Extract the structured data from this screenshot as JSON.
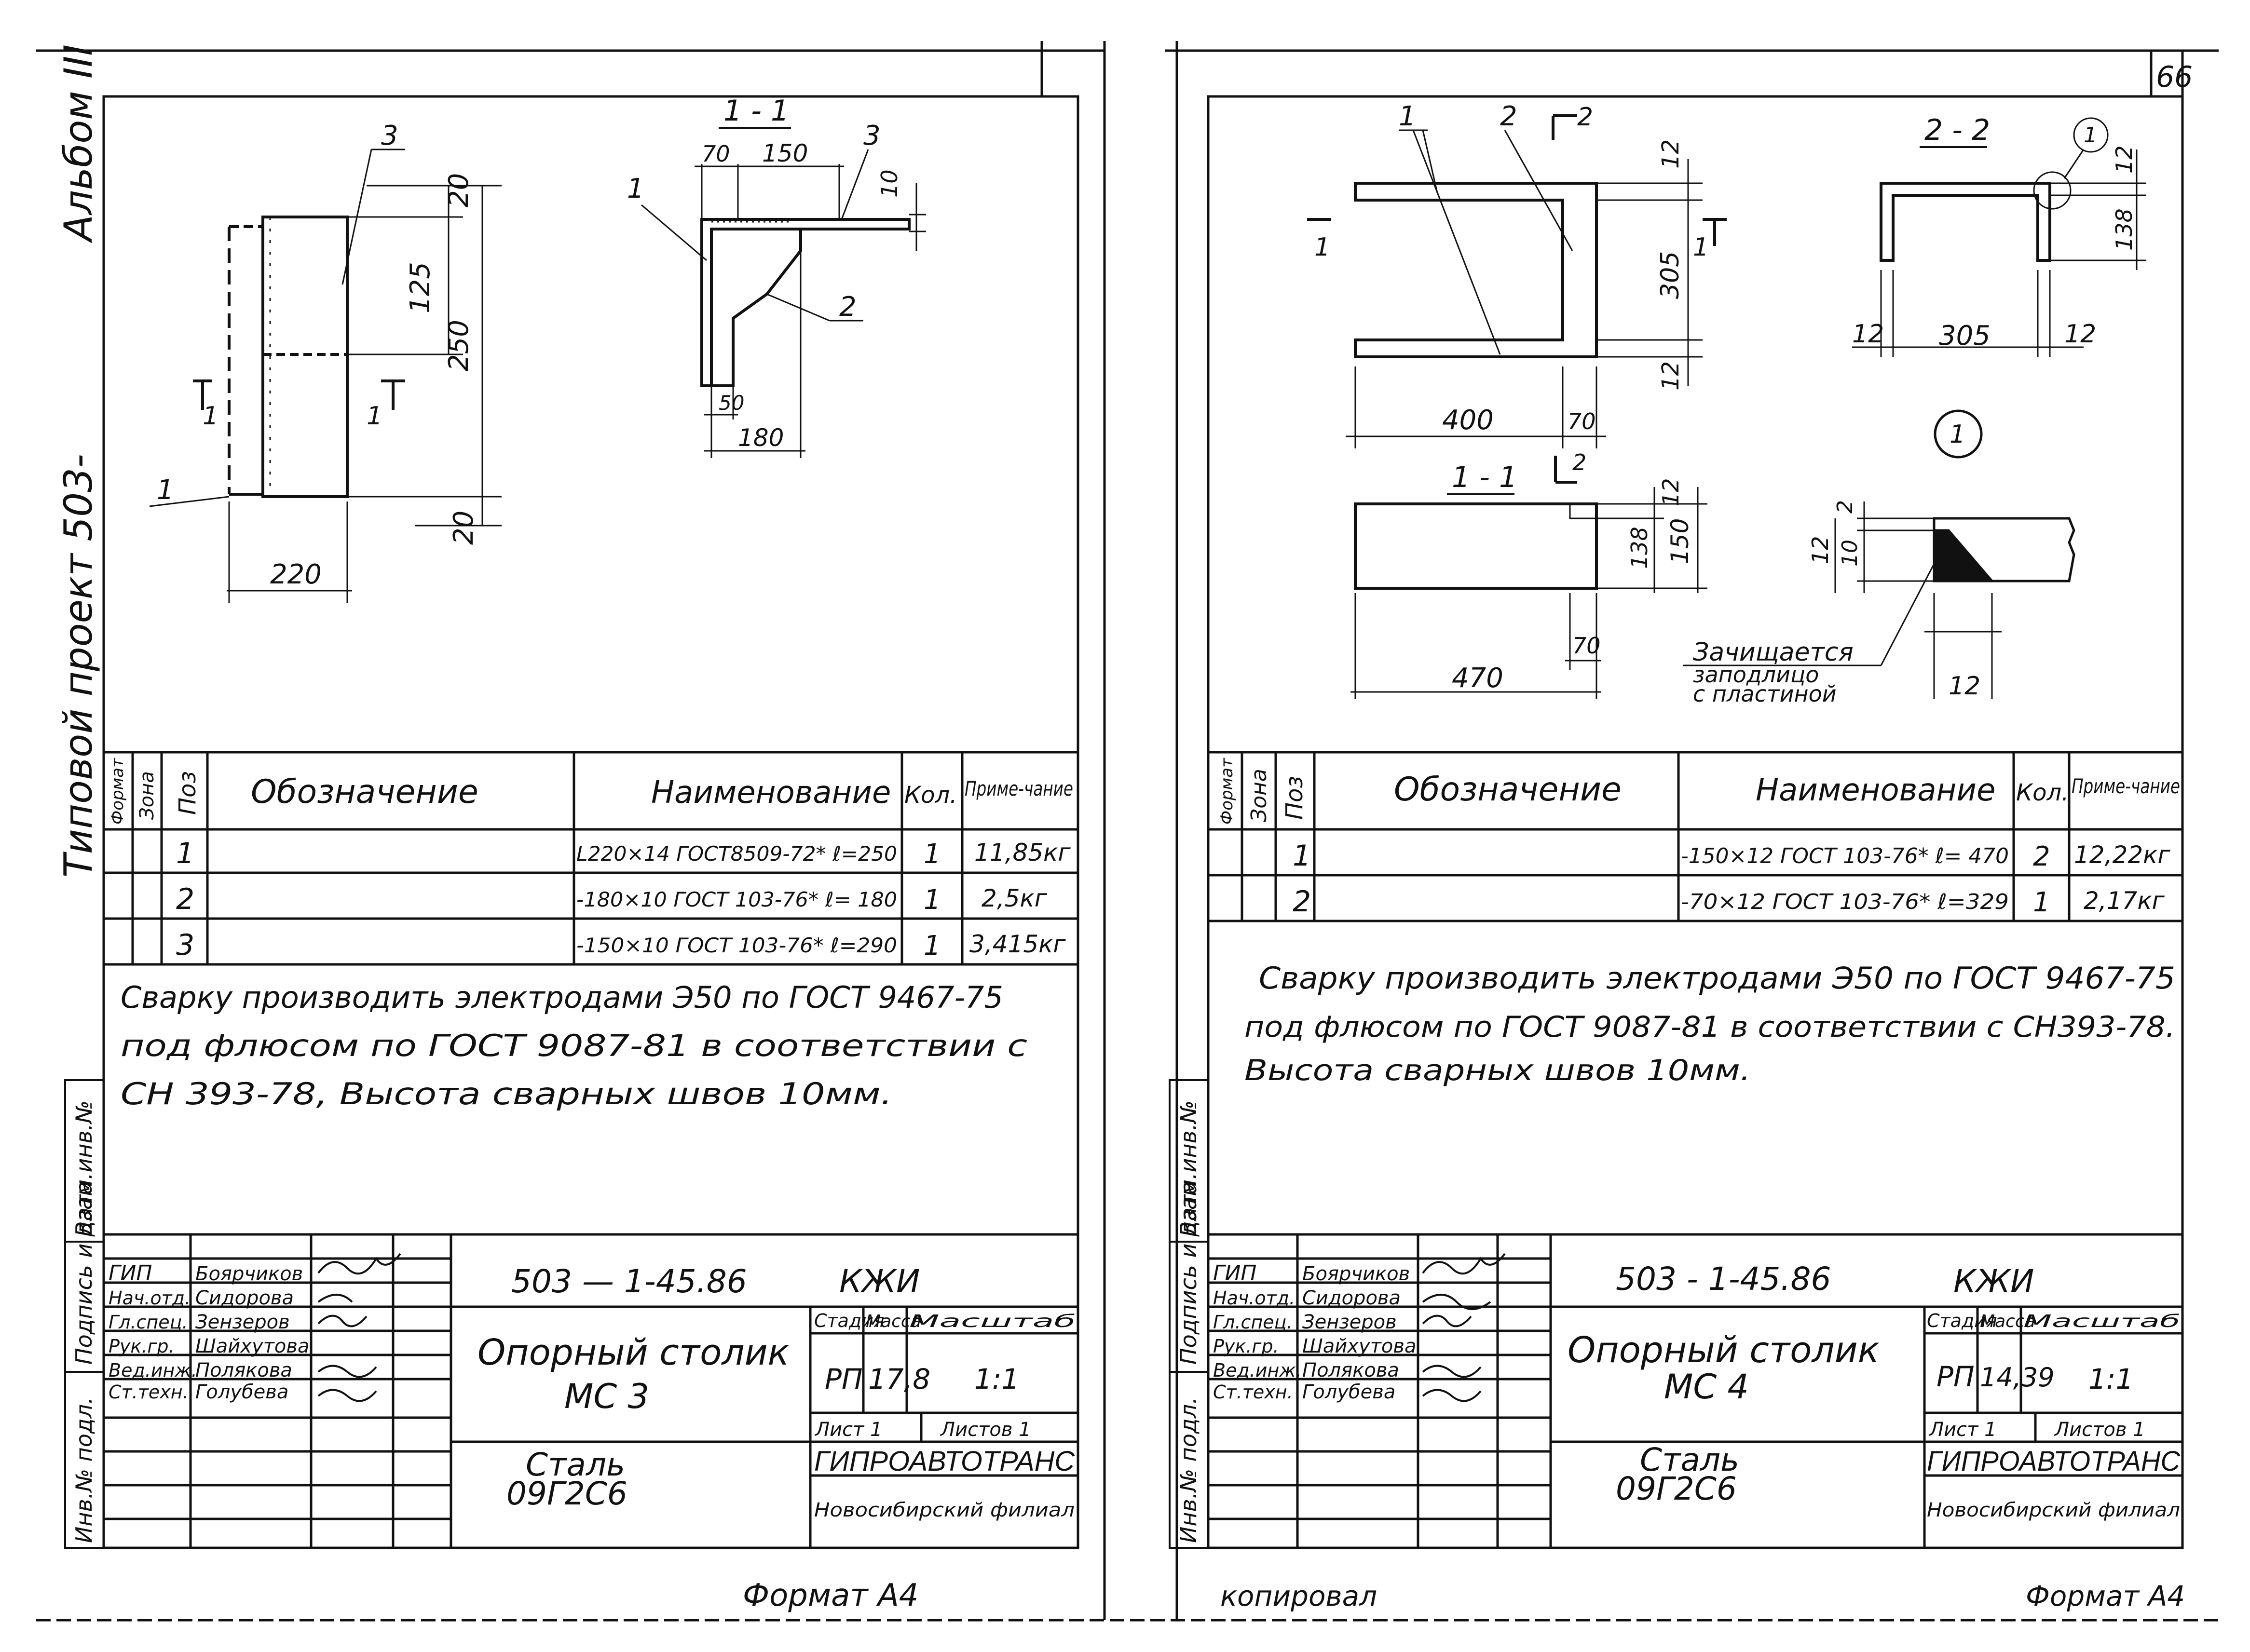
{
  "sheet_number": "66",
  "left_side": {
    "album": "Альбом III",
    "project": "Типовой проект 503-",
    "stamp_cols": [
      "Инв.№ подл.",
      "Подпись и дата",
      "Взам.инв.№"
    ]
  },
  "sheet1": {
    "dims": {
      "d20a": "20",
      "d125": "125",
      "d250": "250",
      "d20b": "20",
      "d220": "220",
      "s70": "70",
      "s150": "150",
      "s10": "10",
      "s50": "50",
      "s180": "180"
    },
    "pos_labels": [
      "1",
      "2",
      "3"
    ],
    "section_label": "1 - 1",
    "cut_label": "1",
    "table": {
      "headers": {
        "format": "Формат",
        "zone": "Зона",
        "pos": "Поз",
        "designation": "Обозначение",
        "name": "Наименование",
        "qty": "Кол.",
        "note": "Приме-чание"
      },
      "rows": [
        {
          "pos": "1",
          "name": "L220×14 ГОСТ8509-72* ℓ=250",
          "qty": "1",
          "note": "11,85кг"
        },
        {
          "pos": "2",
          "name": "-180×10 ГОСТ 103-76* ℓ= 180",
          "qty": "1",
          "note": "2,5кг"
        },
        {
          "pos": "3",
          "name": "-150×10 ГОСТ 103-76* ℓ=290",
          "qty": "1",
          "note": "3,415кг"
        }
      ]
    },
    "note_lines": [
      "Сварку производить электродами Э50 по ГОСТ 9467-75",
      "под флюсом по ГОСТ 9087-81  в соответствии с",
      "СН 393-78, Высота сварных швов  10мм."
    ],
    "title_block": {
      "code": "503 — 1-45.86",
      "code_suffix": "КЖИ",
      "roles": [
        "ГИП",
        "Нач.отд.",
        "Гл.спец.",
        "Рук.гр.",
        "Вед.инж.",
        "Ст.техн."
      ],
      "names": [
        "Боярчиков",
        "Сидорова",
        "Зензеров",
        "Шайхутова",
        "Полякова",
        "Голубева"
      ],
      "title": [
        "Опорный столик",
        "МС 3"
      ],
      "stage_label": "Стадия",
      "mass_label": "Масса",
      "scale_label": "Масштаб",
      "stage": "РП",
      "mass": "17,8",
      "scale": "1:1",
      "sheet_label": "Лист 1",
      "sheets_label": "Листов 1",
      "material": [
        "Сталь",
        "09Г2С6"
      ],
      "org": "ГИПРОАВТОТРАНС",
      "org_branch": "Новосибирский филиал"
    },
    "format": "Формат А4"
  },
  "sheet2": {
    "dims": {
      "d12a": "12",
      "d305v": "305",
      "d12b": "12",
      "d400": "400",
      "d70a": "70",
      "d12c": "12",
      "d138a": "138",
      "d150": "150",
      "d70b": "70",
      "d470": "470",
      "s12a": "12",
      "s138": "138",
      "s12b": "12",
      "s305": "305",
      "s12c": "12",
      "k2": "2",
      "k12": "12",
      "k10": "10",
      "k12b": "12"
    },
    "pos_labels": [
      "1",
      "2"
    ],
    "section_22": "2 - 2",
    "section_11": "1 - 1",
    "cut_label": "1",
    "cut2_label": "2",
    "node_label": "1",
    "weld_note": [
      "Зачищается",
      "заподлицо",
      "с пластиной"
    ],
    "table": {
      "headers": {
        "format": "Формат",
        "zone": "Зона",
        "pos": "Поз",
        "designation": "Обозначение",
        "name": "Наименование",
        "qty": "Кол.",
        "note": "Приме-чание"
      },
      "rows": [
        {
          "pos": "1",
          "name": "-150×12 ГОСТ 103-76* ℓ= 470",
          "qty": "2",
          "note": "12,22кг"
        },
        {
          "pos": "2",
          "name": "-70×12 ГОСТ 103-76* ℓ=329",
          "qty": "1",
          "note": "2,17кг"
        }
      ]
    },
    "note_lines": [
      "Сварку производить электродами Э50 по ГОСТ 9467-75",
      "под флюсом по ГОСТ 9087-81 в соответствии с СН393-78.",
      "Высота сварных швов  10мм."
    ],
    "title_block": {
      "code": "503 - 1-45.86",
      "code_suffix": "КЖИ",
      "roles": [
        "ГИП",
        "Нач.отд.",
        "Гл.спец.",
        "Рук.гр.",
        "Вед.инж.",
        "Ст.техн."
      ],
      "names": [
        "Боярчиков",
        "Сидорова",
        "Зензеров",
        "Шайхутова",
        "Полякова",
        "Голубева"
      ],
      "title": [
        "Опорный столик",
        "МС 4"
      ],
      "stage_label": "Стадия",
      "mass_label": "Масса",
      "scale_label": "Масштаб",
      "stage": "РП",
      "mass": "14,39",
      "scale": "1:1",
      "sheet_label": "Лист 1",
      "sheets_label": "Листов 1",
      "material": [
        "Сталь",
        "09Г2С6"
      ],
      "org": "ГИПРОАВТОТРАНС",
      "org_branch": "Новосибирский филиал"
    },
    "copied": "копировал",
    "format": "Формат А4"
  }
}
